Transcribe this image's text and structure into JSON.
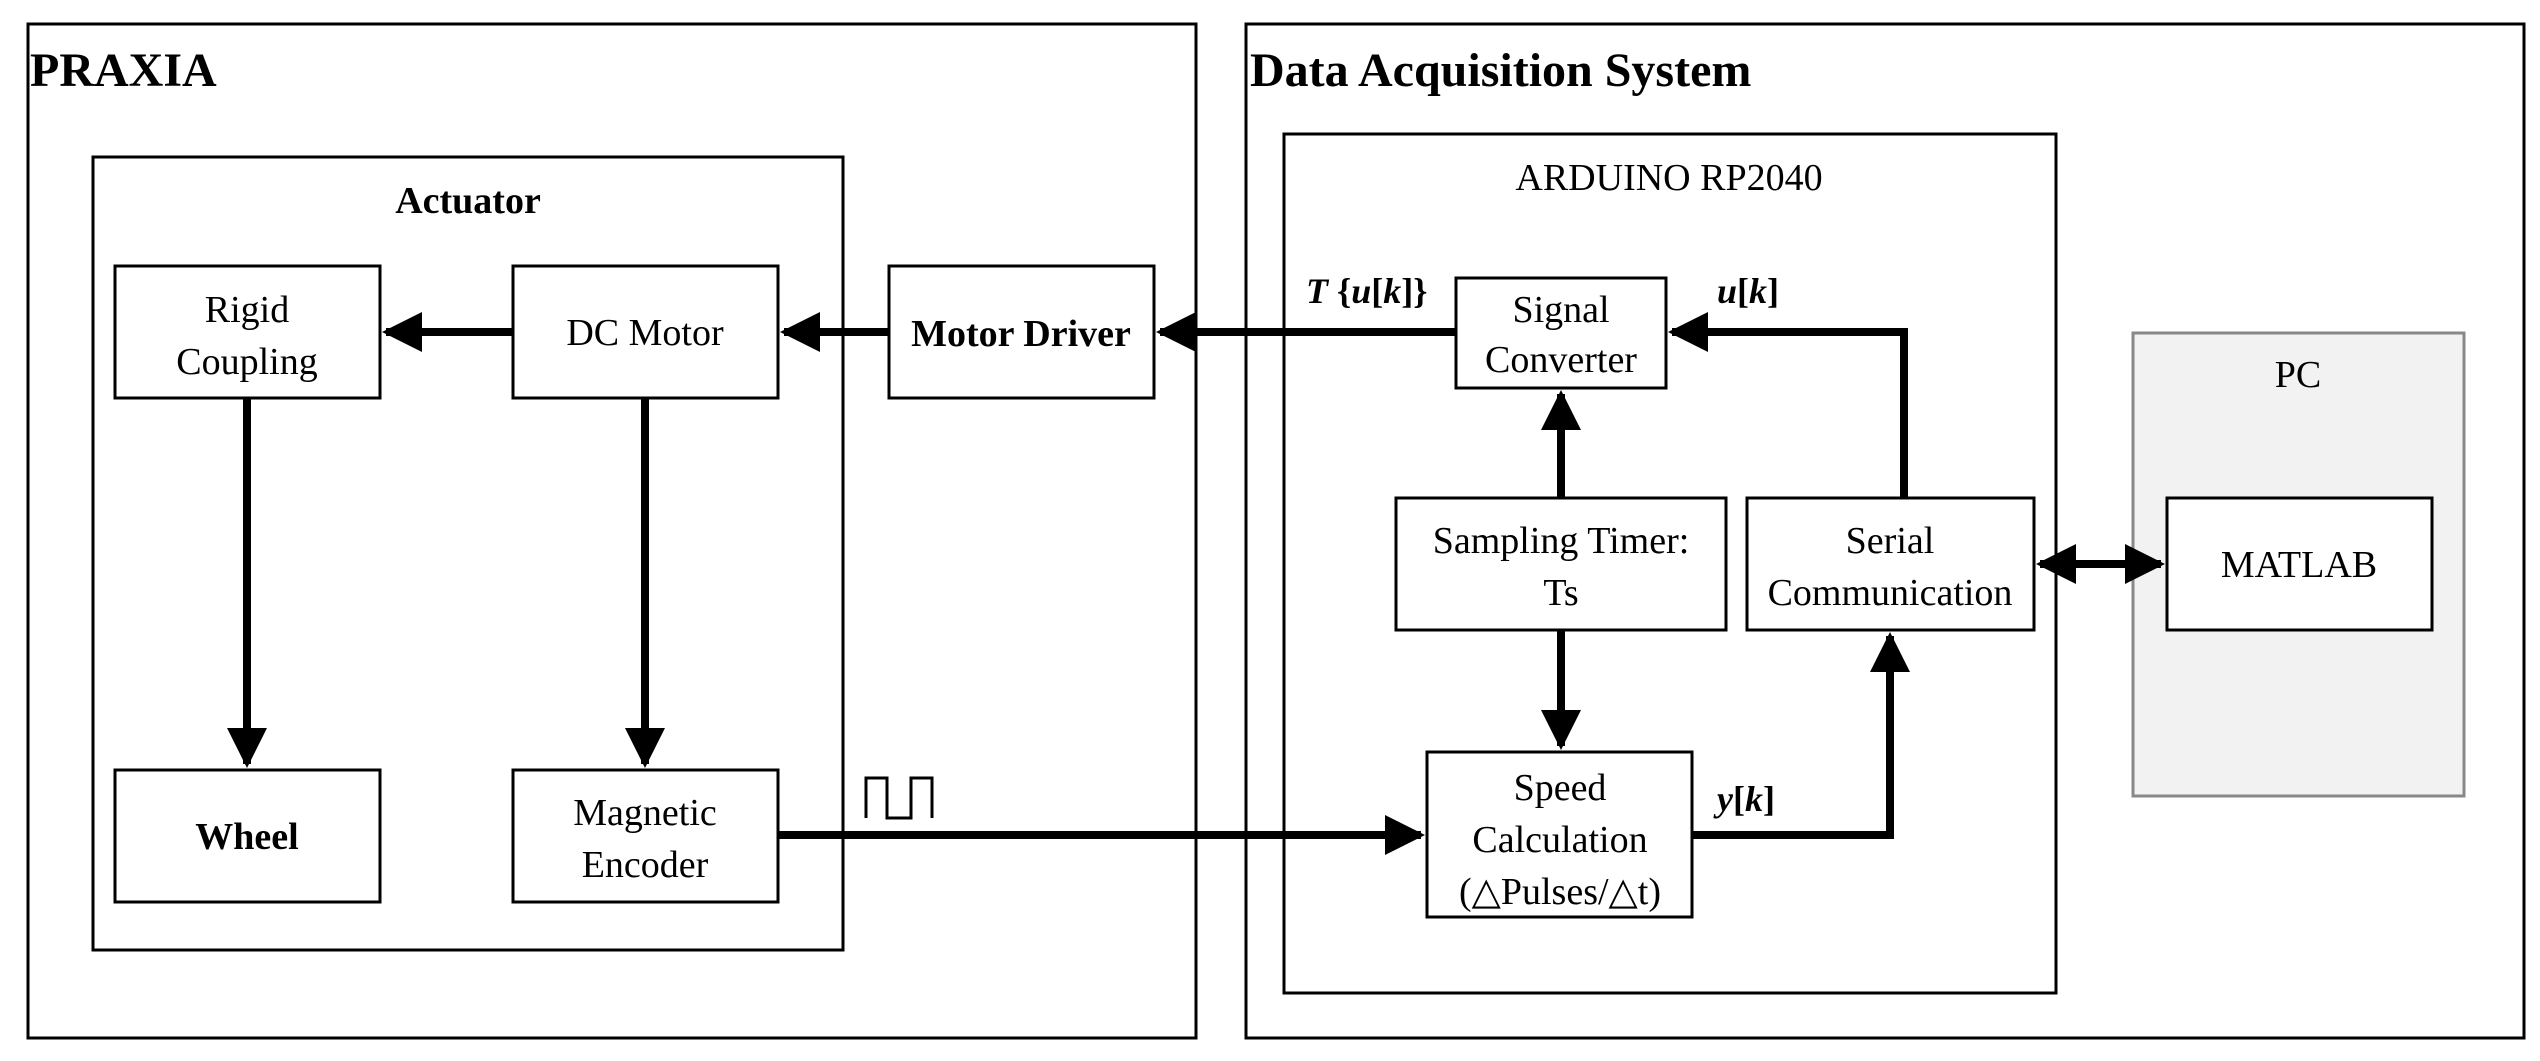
{
  "groups": {
    "praxia": "PRAXIA",
    "das": "Data Acquisition System",
    "actuator": "Actuator",
    "arduino": "ARDUINO RP2040",
    "pc": "PC"
  },
  "blocks": {
    "rigid_coupling": [
      "Rigid",
      "Coupling"
    ],
    "dc_motor": "DC Motor",
    "motor_driver": "Motor Driver",
    "wheel": "Wheel",
    "magnetic_encoder": [
      "Magnetic",
      "Encoder"
    ],
    "signal_converter": [
      "Signal",
      "Converter"
    ],
    "sampling_timer": [
      "Sampling Timer:",
      "Ts"
    ],
    "serial_communication": [
      "Serial",
      "Communication"
    ],
    "speed_calculation": [
      "Speed",
      "Calculation",
      "(△Pulses/△t)"
    ],
    "matlab": "MATLAB"
  },
  "signals": {
    "t_uk": {
      "var": "T",
      "open": " {",
      "u": "u",
      "lb": "[",
      "k": "k",
      "rb": "]",
      "close": "}"
    },
    "uk": {
      "u": "u",
      "lb": "[",
      "k": "k",
      "rb": "]"
    },
    "yk": {
      "y": "y",
      "lb": "[",
      "k": "k",
      "rb": "]"
    }
  }
}
